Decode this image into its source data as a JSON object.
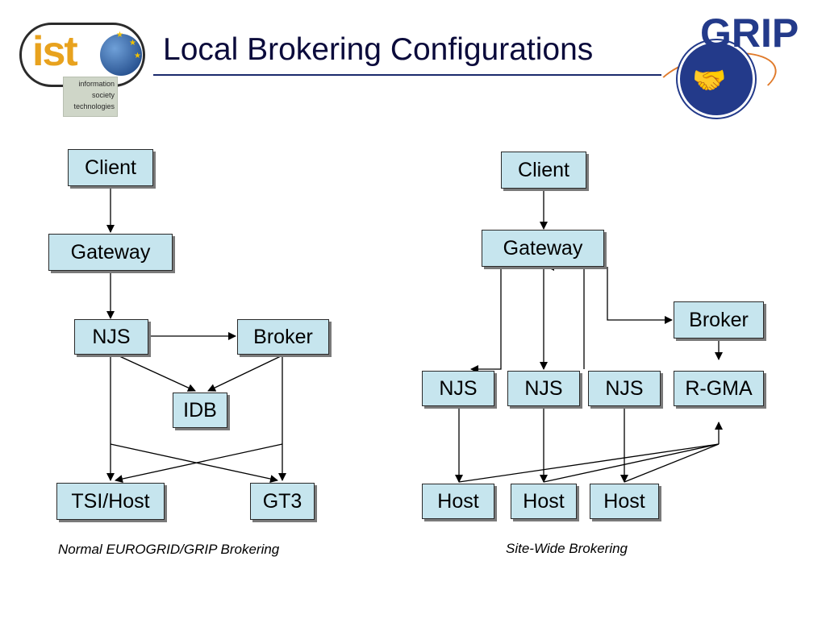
{
  "title": "Local Brokering Configurations",
  "ist_logo": {
    "mark": "ist",
    "line1": "information",
    "line2": "society",
    "line3": "technologies"
  },
  "grip_logo": {
    "wordmark": "GRIP",
    "icon": "handshake-icon"
  },
  "colors": {
    "node_fill": "#c6e5ee",
    "title_rule": "#1a2a6c",
    "grip_blue": "#233a8a"
  },
  "left_diagram": {
    "caption": "Normal EUROGRID/GRIP Brokering",
    "nodes": {
      "client": "Client",
      "gateway": "Gateway",
      "njs": "NJS",
      "broker": "Broker",
      "idb": "IDB",
      "tsi_host": "TSI/Host",
      "gt3": "GT3"
    }
  },
  "right_diagram": {
    "caption": "Site-Wide Brokering",
    "nodes": {
      "client": "Client",
      "gateway": "Gateway",
      "broker": "Broker",
      "njs1": "NJS",
      "njs2": "NJS",
      "njs3": "NJS",
      "rgma": "R-GMA",
      "host1": "Host",
      "host2": "Host",
      "host3": "Host"
    }
  }
}
